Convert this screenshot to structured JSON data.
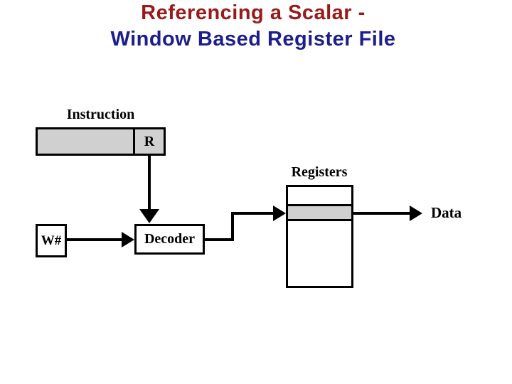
{
  "title": {
    "line1": "Referencing a Scalar -",
    "line2": "Window Based Register File"
  },
  "diagram": {
    "instruction_label": "Instruction",
    "register_field_label": "R",
    "window_number_label": "W#",
    "decoder_label": "Decoder",
    "registers_label": "Registers",
    "data_label": "Data"
  },
  "colors": {
    "title_red": "#9a1a1a",
    "title_navy": "#1d1d8c",
    "line_black": "#000000",
    "fill_gray": "#d0d0d0",
    "background": "#ffffff"
  }
}
